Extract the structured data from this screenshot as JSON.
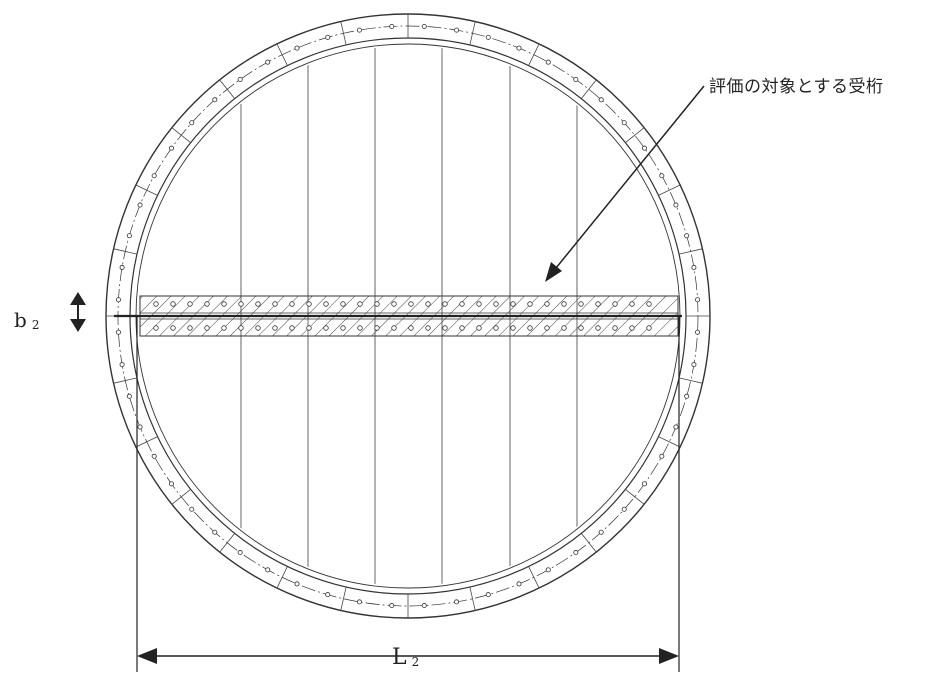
{
  "annotation": "評価の対象とする受桁",
  "dim_b2": {
    "main": "b",
    "sub": "2"
  },
  "dim_L2": {
    "main": "L",
    "sub": "2"
  },
  "colors": {
    "line": "#333333",
    "background": "#ffffff"
  }
}
